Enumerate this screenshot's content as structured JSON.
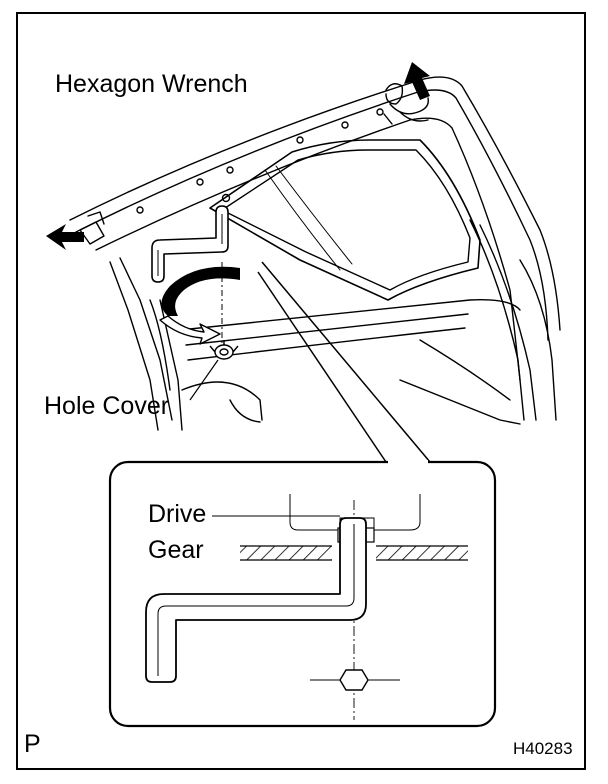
{
  "labels": {
    "hexagon_wrench": "Hexagon Wrench",
    "hole_cover": "Hole Cover",
    "drive": "Drive",
    "gear": "Gear",
    "corner_mark": "P",
    "figure_code": "H40283"
  }
}
